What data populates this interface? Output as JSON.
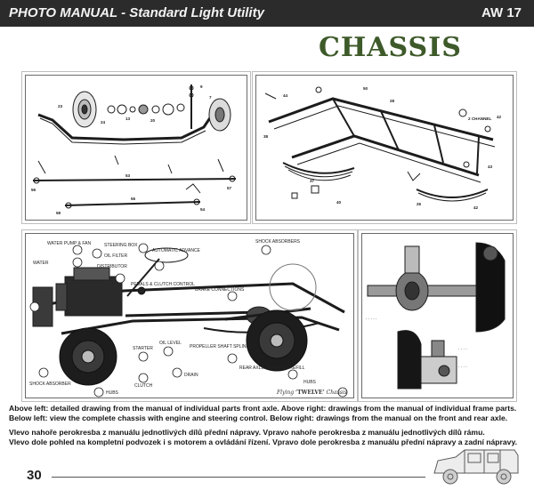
{
  "header": {
    "title": "PHOTO MANUAL - Standard Light Utility",
    "code": "AW 17"
  },
  "section": {
    "title": "CHASSIS"
  },
  "panels": {
    "front_axle": {
      "name": "front-axle-parts-drawing"
    },
    "frame": {
      "name": "frame-parts-drawing",
      "labels": {
        "channel": "2 CHANNEL"
      }
    },
    "complete_chassis": {
      "name": "complete-chassis-drawing",
      "callouts": [
        "WATER PUMP & FAN",
        "WATER",
        "STEERING BOX",
        "OIL FILTER",
        "DISTRIBUTOR",
        "AUTOMATIC ADVANCE",
        "PEDALS & CLUTCH CONTROL",
        "SHOCK ABSORBERS",
        "BRAKE CONNECTIONS",
        "SHOCK ABSORBER",
        "HUBS",
        "STARTER",
        "CLUTCH",
        "OIL LEVEL",
        "DRAIN",
        "PROPELLER SHAFT SPLINES",
        "REAR AXLE GEAR AND REFILL",
        "HUBS"
      ],
      "caption_prefix": "Flying",
      "caption_model": "‘TWELVE’",
      "caption_suffix": "Chassis"
    },
    "front_rear_axle": {
      "name": "front-and-rear-axle-drawing"
    }
  },
  "captions": {
    "english_line1": "Above left: detailed drawing from the manual of individual parts front axle. Above right: drawings from the manual of individual frame parts.",
    "english_line2": "Below left: view the complete chassis with engine and steering control. Below right: drawings from the manual on the front and rear axle.",
    "czech_line1": "Vlevo nahoře perokresba z manuálu jednotlivých dílů přední nápravy. Vpravo nahoře perokresba z manuálu jednotlivých dílů rámu.",
    "czech_line2": "Vlevo dole pohled na kompletní podvozek i s motorem a ovládání řízení. Vpravo dole perokresba z manuálu přední nápravy a zadní nápravy."
  },
  "footer": {
    "page_number": "30"
  },
  "colors": {
    "header_bg": "#2b2b2b",
    "title_green": "#3e5a2a",
    "line_art": "#1c1c1c"
  }
}
